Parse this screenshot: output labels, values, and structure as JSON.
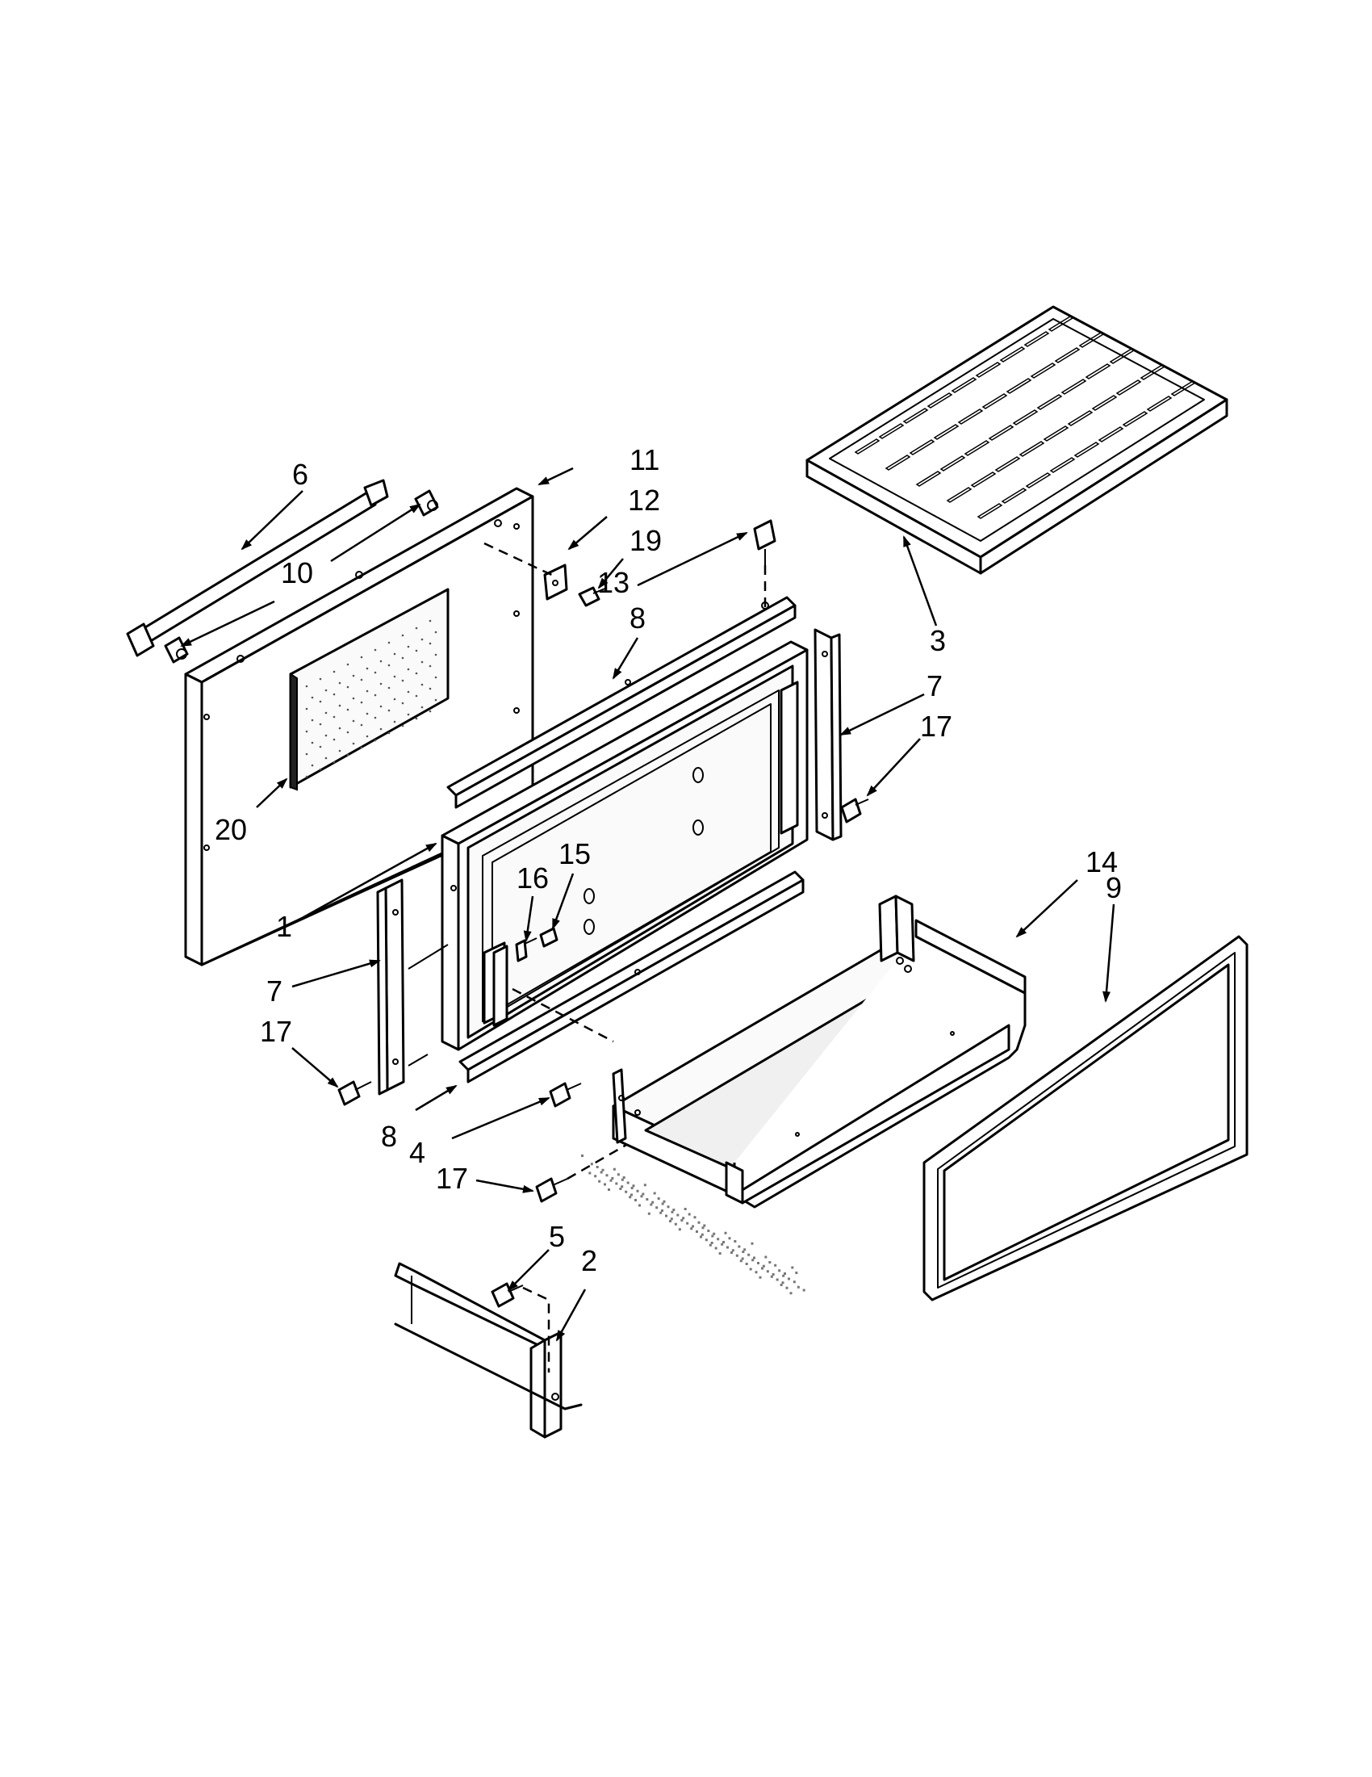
{
  "callouts": [
    {
      "id": "1",
      "text": "1"
    },
    {
      "id": "2",
      "text": "2"
    },
    {
      "id": "3",
      "text": "3"
    },
    {
      "id": "4",
      "text": "4"
    },
    {
      "id": "5",
      "text": "5"
    },
    {
      "id": "6",
      "text": "6"
    },
    {
      "id": "7a",
      "text": "7"
    },
    {
      "id": "7b",
      "text": "7"
    },
    {
      "id": "8a",
      "text": "8"
    },
    {
      "id": "8b",
      "text": "8"
    },
    {
      "id": "9",
      "text": "9"
    },
    {
      "id": "10a",
      "text": "10"
    },
    {
      "id": "11",
      "text": "11"
    },
    {
      "id": "12",
      "text": "12"
    },
    {
      "id": "13",
      "text": "13"
    },
    {
      "id": "14",
      "text": "14"
    },
    {
      "id": "15",
      "text": "15"
    },
    {
      "id": "16",
      "text": "16"
    },
    {
      "id": "17a",
      "text": "17"
    },
    {
      "id": "17b",
      "text": "17"
    },
    {
      "id": "17c",
      "text": "17"
    },
    {
      "id": "19",
      "text": "19"
    },
    {
      "id": "20",
      "text": "20"
    }
  ]
}
